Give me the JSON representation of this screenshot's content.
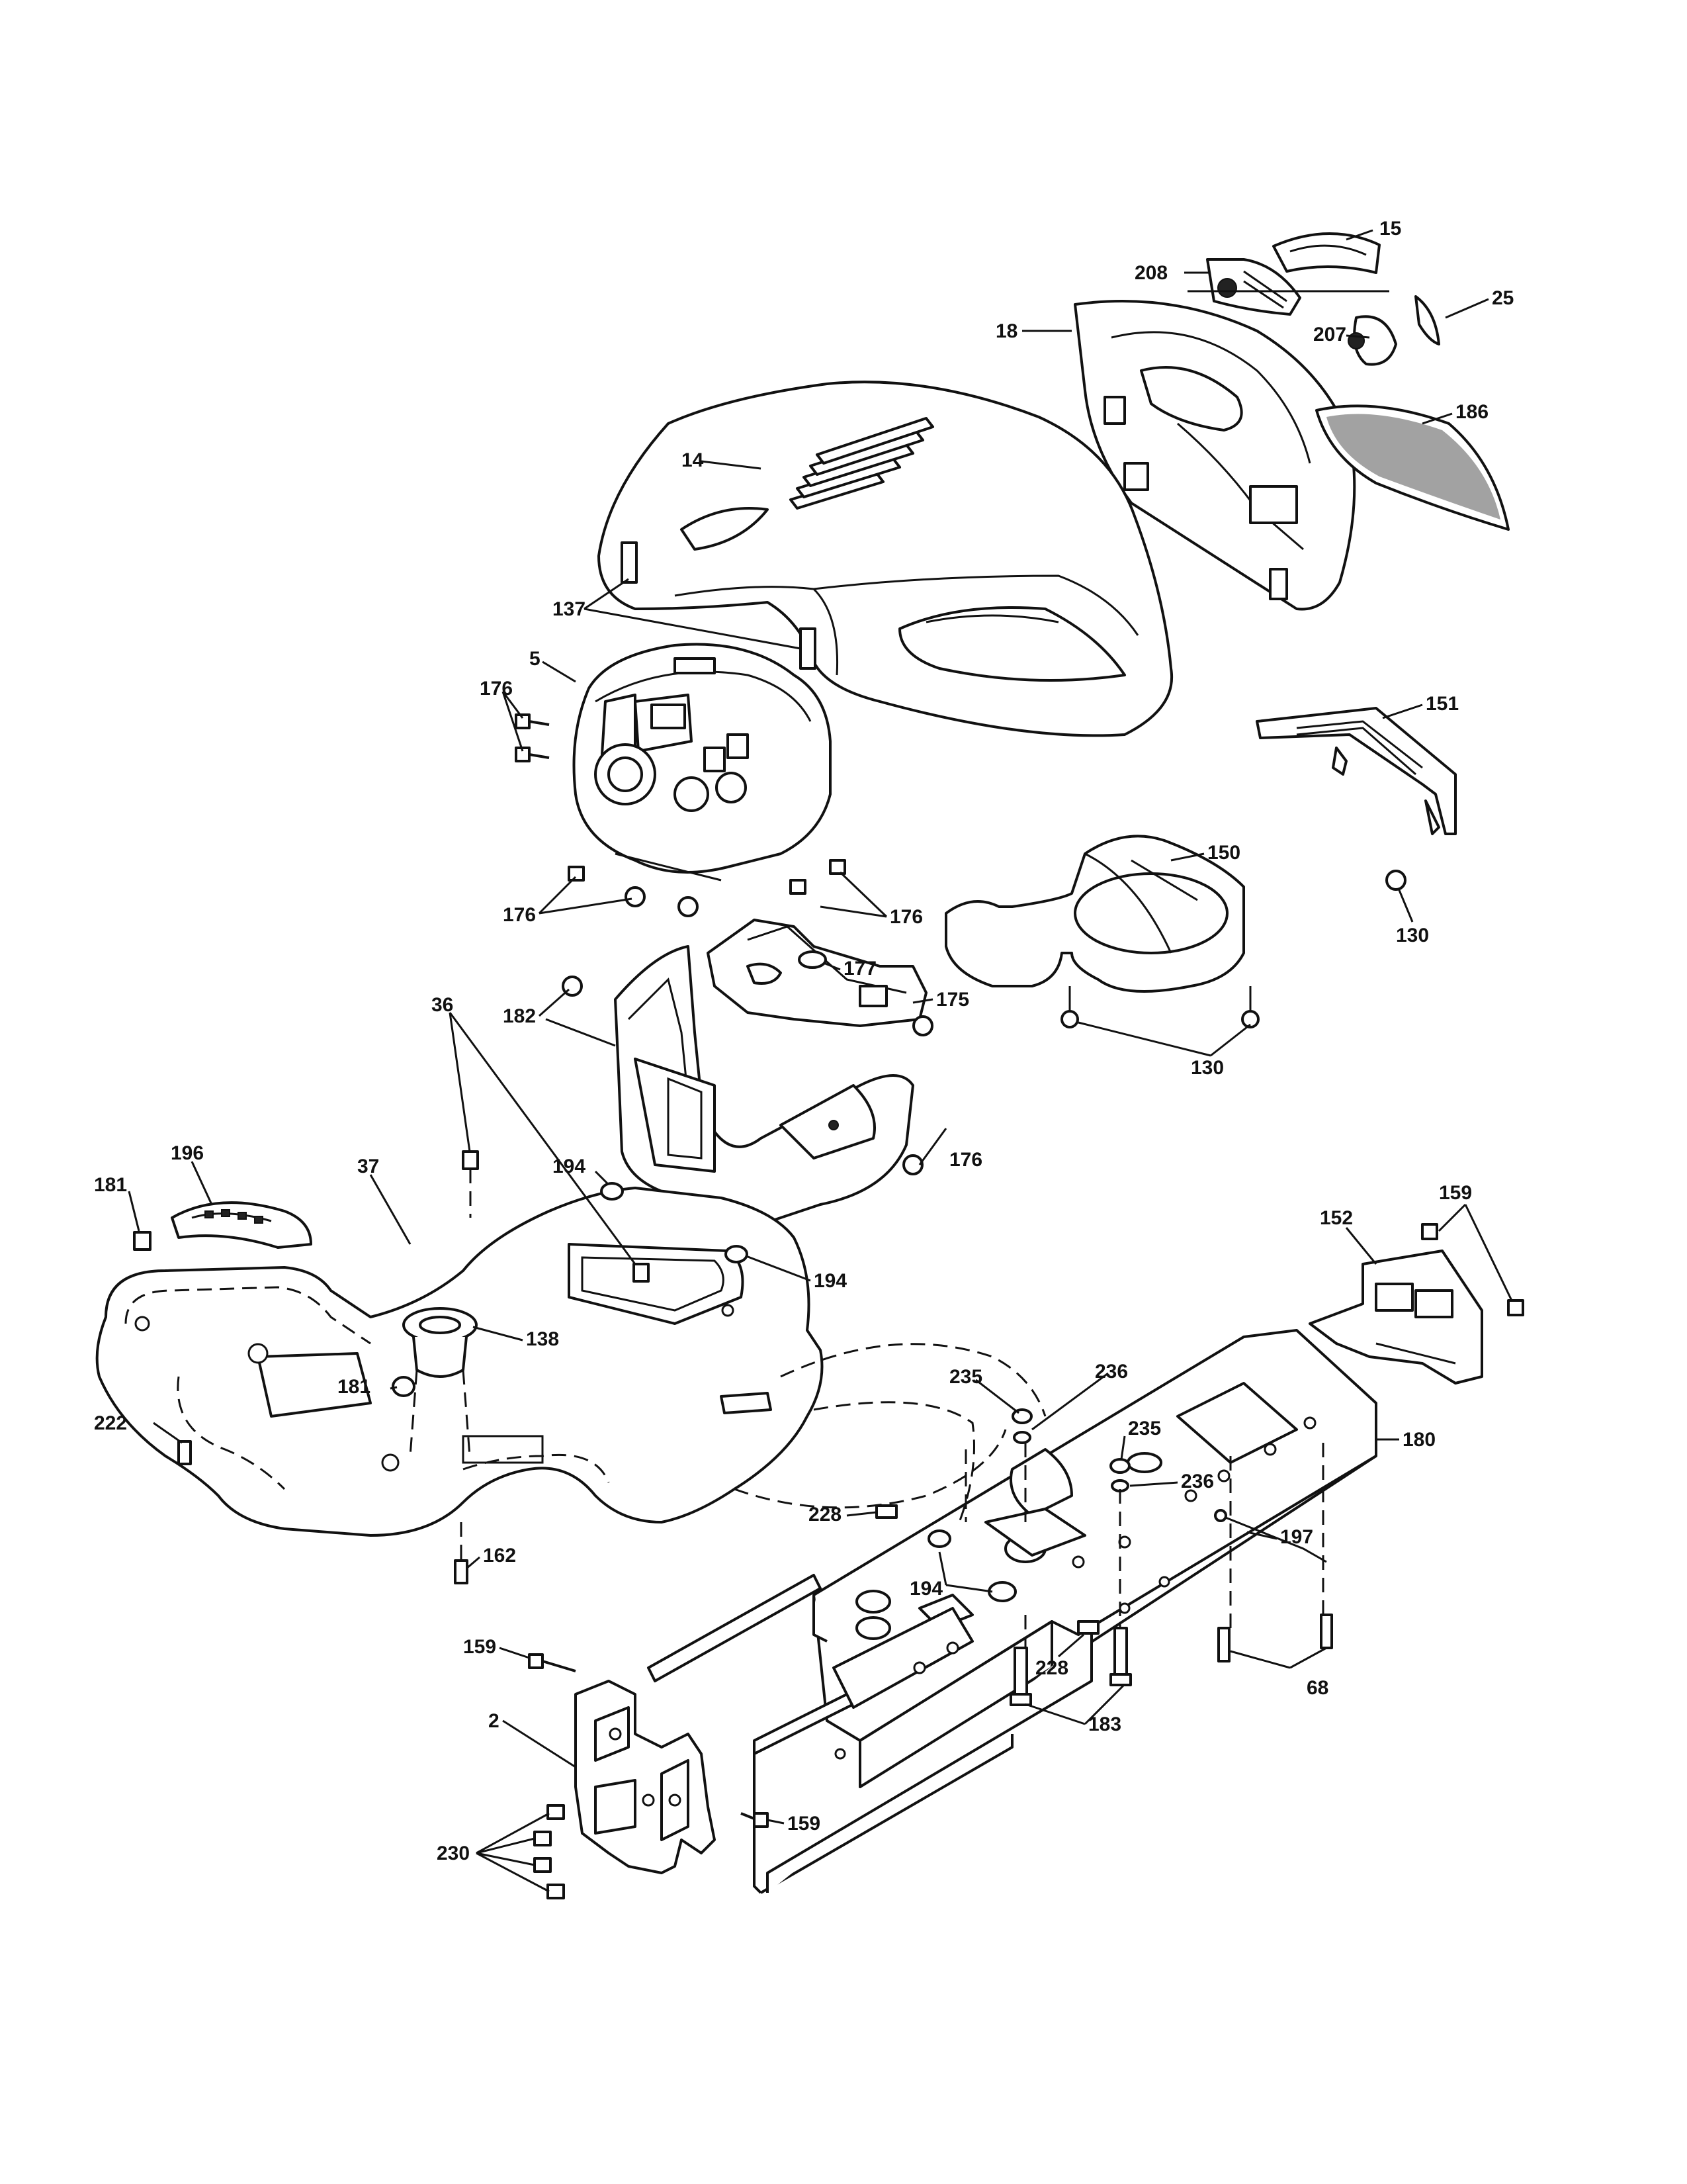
{
  "callouts": {
    "c15": "15",
    "c208": "208",
    "c25": "25",
    "c18": "18",
    "c207": "207",
    "c186": "186",
    "c14": "14",
    "c137": "137",
    "c5": "5",
    "c176a": "176",
    "c151": "151",
    "c176b": "176",
    "c176c": "176",
    "c150": "150",
    "c130a": "130",
    "c177": "177",
    "c175": "175",
    "c182": "182",
    "c130b": "130",
    "c36": "36",
    "c196": "196",
    "c37": "37",
    "c194a": "194",
    "c176d": "176",
    "c181a": "181",
    "c159a": "159",
    "c152": "152",
    "c194b": "194",
    "c138": "138",
    "c181b": "181",
    "c236a": "236",
    "c235a": "235",
    "c222": "222",
    "c235b": "235",
    "c180": "180",
    "c236b": "236",
    "c228a": "228",
    "c197": "197",
    "c162": "162",
    "c194c": "194",
    "c228b": "228",
    "c68": "68",
    "c159b": "159",
    "c183": "183",
    "c2": "2",
    "c159c": "159",
    "c230": "230"
  }
}
